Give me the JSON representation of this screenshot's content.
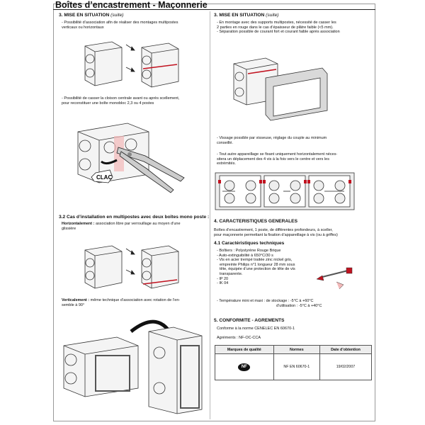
{
  "title": "Boîtes d’encastrement - Maçonnerie",
  "left": {
    "section3": {
      "label": "3. MISE EN SITUATION",
      "suffix": "(suite)"
    },
    "note1": [
      "- Possibilité d’association afin de réaliser des montages multipostes",
      "verticaux ou horizontaux"
    ],
    "note2": [
      "- Possibilité de casser la cloison centrale avant ou après scellement,",
      "pour reconstituer une boîte monobloc 2,3 ou 4 postes"
    ],
    "clac": "CLAC",
    "section32": {
      "label": "3.2 Cas d’installation en multipostes avec deux boîtes mono poste :"
    },
    "horiz": {
      "label": "Horizontalement :",
      "text": "association libre par verrouillage au moyen d’une",
      "text2": "glissière"
    },
    "vert": {
      "label": "Verticalement :",
      "text": "même technique d’association avec rotation de l’en-",
      "text2": "semble à 90°"
    }
  },
  "right": {
    "section3": {
      "label": "3. MISE EN SITUATION",
      "suffix": "(suite)"
    },
    "note1": [
      "- En montage avec des supports multipostes, nécessité de casser les",
      "2 parties en rouge dans le cas d’épaisseur de plâtre faible (<5 mm).",
      "- Séparation possible de courant fort et courant faible après association"
    ],
    "note2": [
      "- Vissage possible par visseuse, réglage du couple au minimum",
      "conseillé."
    ],
    "note3": [
      "- Tout autre appareillage se fixant uniquement horizontalement néces-",
      "sitera un déplacement des 4 vis à la fois vers le centre et vers les",
      "extrémités."
    ],
    "section4": {
      "label": "4. CARACTERISTIQUES GENERALES"
    },
    "desc": [
      "Boîtes d’encastrement, 1 poste, de différentes profondeurs, à sceller,",
      "pour maçonnerie permettant la fixation d’appareillage à vis (ou à griffes)"
    ],
    "section41": {
      "label": "4.1 Caractéristiques techniques"
    },
    "specs": [
      "- Boîtiers : Polystyrène Rouge Brique",
      "- Auto-extinguibilité à 650°C/30 s",
      "- Vis en acier trempé traitée zinc nickel gris,",
      "empreinte Philips n°1 longueur 28 mm sous",
      "tête, équipée d’une protection de tête de vis",
      "transparente.",
      "- IP 20",
      "- IK 04"
    ],
    "temp": {
      "label": "- Température mini et maxi :",
      "stock": "de stockage : -5°C à +60°C",
      "use": "d’utilisation : -5°C à +40°C"
    },
    "section5": {
      "label": "5. CONFORMITE - AGREMENTS"
    },
    "conform": "Conforme à la norme CENELEC EN 60670-1",
    "agrements": "Agréments : NF-OC-CCA",
    "table": {
      "headers": [
        "Marques de qualité",
        "Normes",
        "Date d’obtention"
      ],
      "row": {
        "mark": "NF",
        "norme": "NF EN 60670-1",
        "date": "19/02/2007"
      }
    }
  }
}
